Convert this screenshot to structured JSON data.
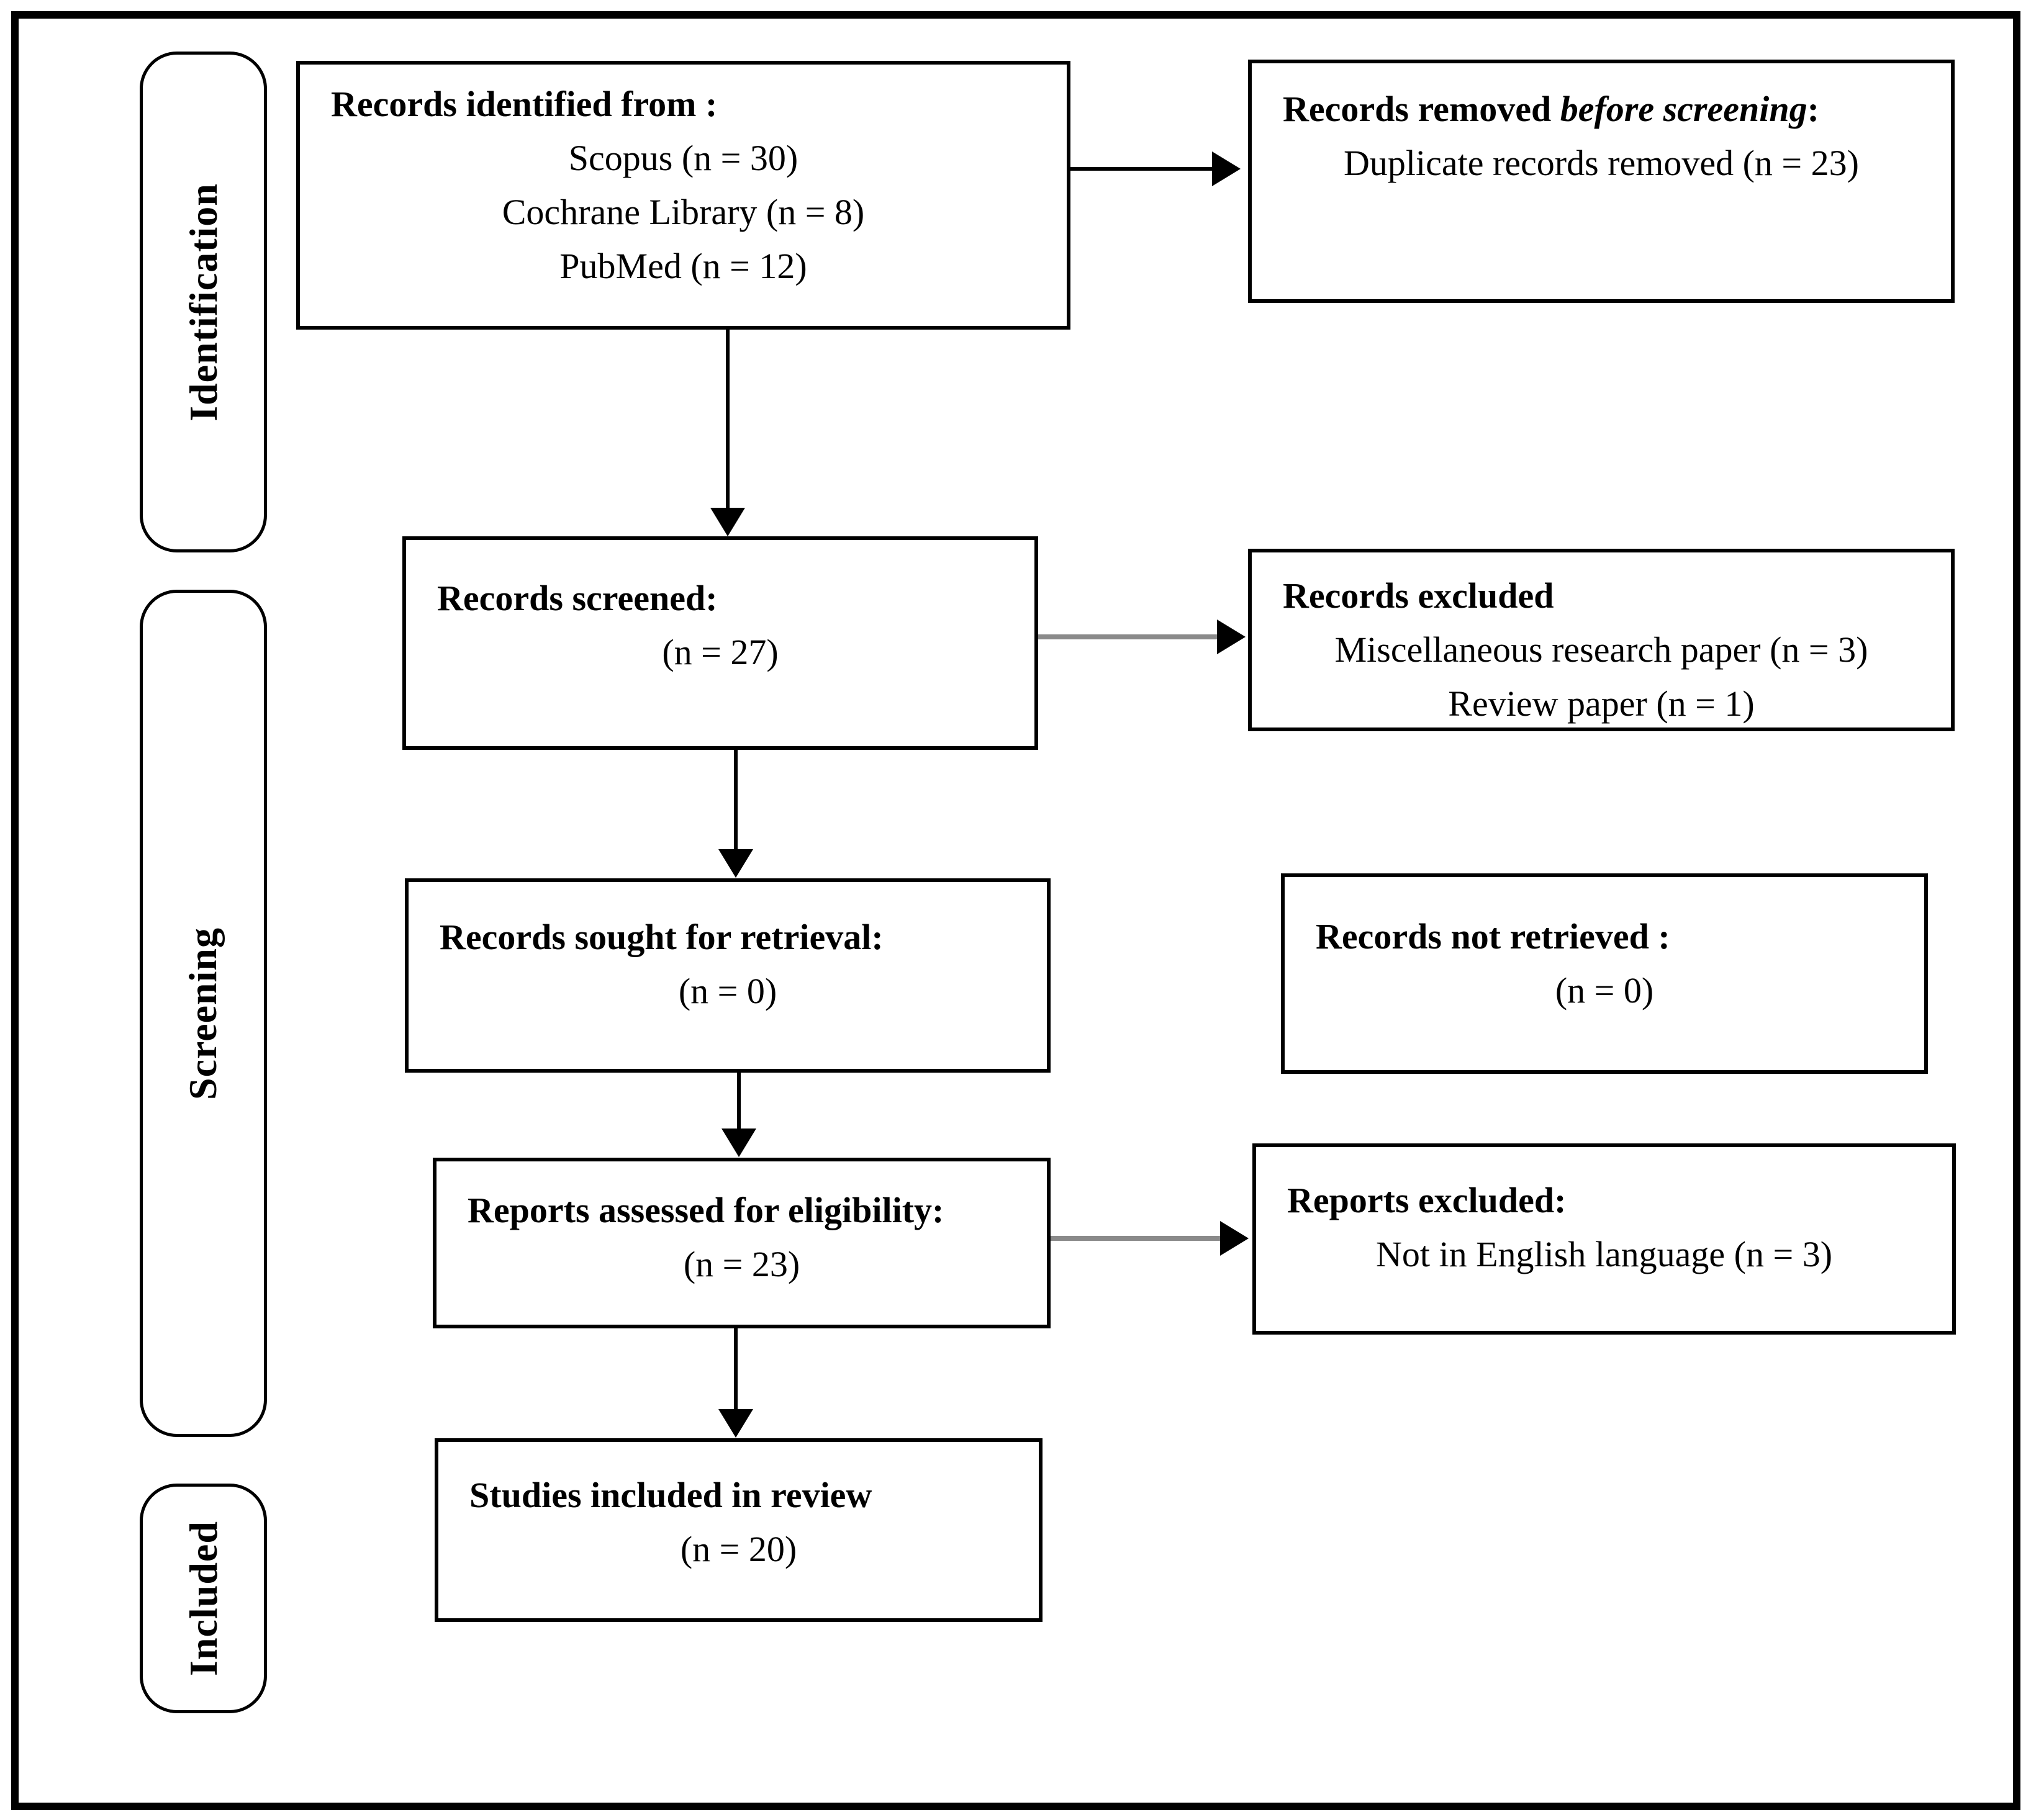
{
  "figure": {
    "stages": [
      {
        "label": "Identification"
      },
      {
        "label": "Screening"
      },
      {
        "label": "Included"
      }
    ],
    "boxes": {
      "identified": {
        "title": "Records identified from :",
        "lines": [
          "Scopus (n = 30)",
          "Cochrane Library (n = 8)",
          "PubMed (n = 12)"
        ]
      },
      "removed": {
        "title_prefix": "Records removed ",
        "title_italic": "before screening",
        "title_suffix": ":",
        "lines": [
          "Duplicate records removed (n = 23)"
        ]
      },
      "screened": {
        "title": "Records screened:",
        "lines": [
          "(n = 27)"
        ]
      },
      "excluded": {
        "title": "Records excluded",
        "lines": [
          "Miscellaneous research paper (n = 3)",
          "Review paper (n = 1)"
        ]
      },
      "sought": {
        "title": "Records sought for retrieval:",
        "lines": [
          "(n = 0)"
        ]
      },
      "not_retrieved": {
        "title": "Records not retrieved :",
        "lines": [
          "(n = 0)"
        ]
      },
      "assessed": {
        "title": "Reports assessed for eligibility:",
        "lines": [
          "(n = 23)"
        ]
      },
      "reports_excluded": {
        "title": "Reports excluded:",
        "lines": [
          "Not in English language (n = 3)"
        ]
      },
      "included_review": {
        "title": "Studies included in review",
        "lines": [
          "(n = 20)"
        ]
      }
    },
    "flow": [
      {
        "from": "identified",
        "to": "removed"
      },
      {
        "from": "identified",
        "to": "screened"
      },
      {
        "from": "screened",
        "to": "excluded"
      },
      {
        "from": "screened",
        "to": "sought"
      },
      {
        "from": "sought",
        "to": "assessed"
      },
      {
        "from": "assessed",
        "to": "reports_excluded"
      },
      {
        "from": "assessed",
        "to": "included_review"
      }
    ],
    "colors": {
      "box_border": "#000000",
      "arrow_line_gray": "#8a8a8a",
      "background": "#ffffff"
    }
  }
}
